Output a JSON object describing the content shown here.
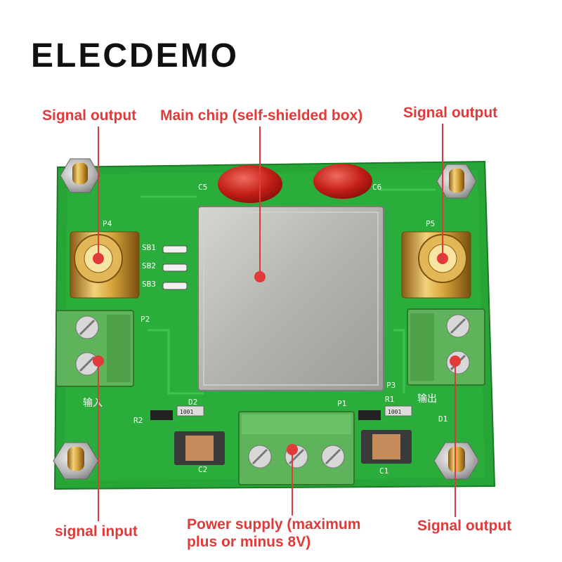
{
  "brand": "ELECDEMO",
  "labels": {
    "signal_output_top_left": "Signal output",
    "main_chip": "Main chip (self-shielded box)",
    "signal_output_top_right": "Signal output",
    "signal_input": "signal input",
    "power_supply": "Power supply (maximum plus or minus 8V)",
    "signal_output_bottom_right": "Signal output"
  },
  "silkscreen": {
    "c5": "C5",
    "c6": "C6",
    "p4": "P4",
    "p5": "P5",
    "sb1": "SB1",
    "sb2": "SB2",
    "sb3": "SB3",
    "p2": "P2",
    "p3": "P3",
    "p1": "P1",
    "d1": "D1",
    "d2": "D2",
    "r1": "R1",
    "r2": "R2",
    "c1": "C1",
    "c2": "C2",
    "r_value": "1001",
    "input_cn": "输入",
    "output_cn": "输出"
  },
  "colors": {
    "accent": "#e03a3a",
    "pcb": "#27a637",
    "terminal": "#5fb35a",
    "shield": "#b9b9b3",
    "gold": "#d8a63c"
  }
}
